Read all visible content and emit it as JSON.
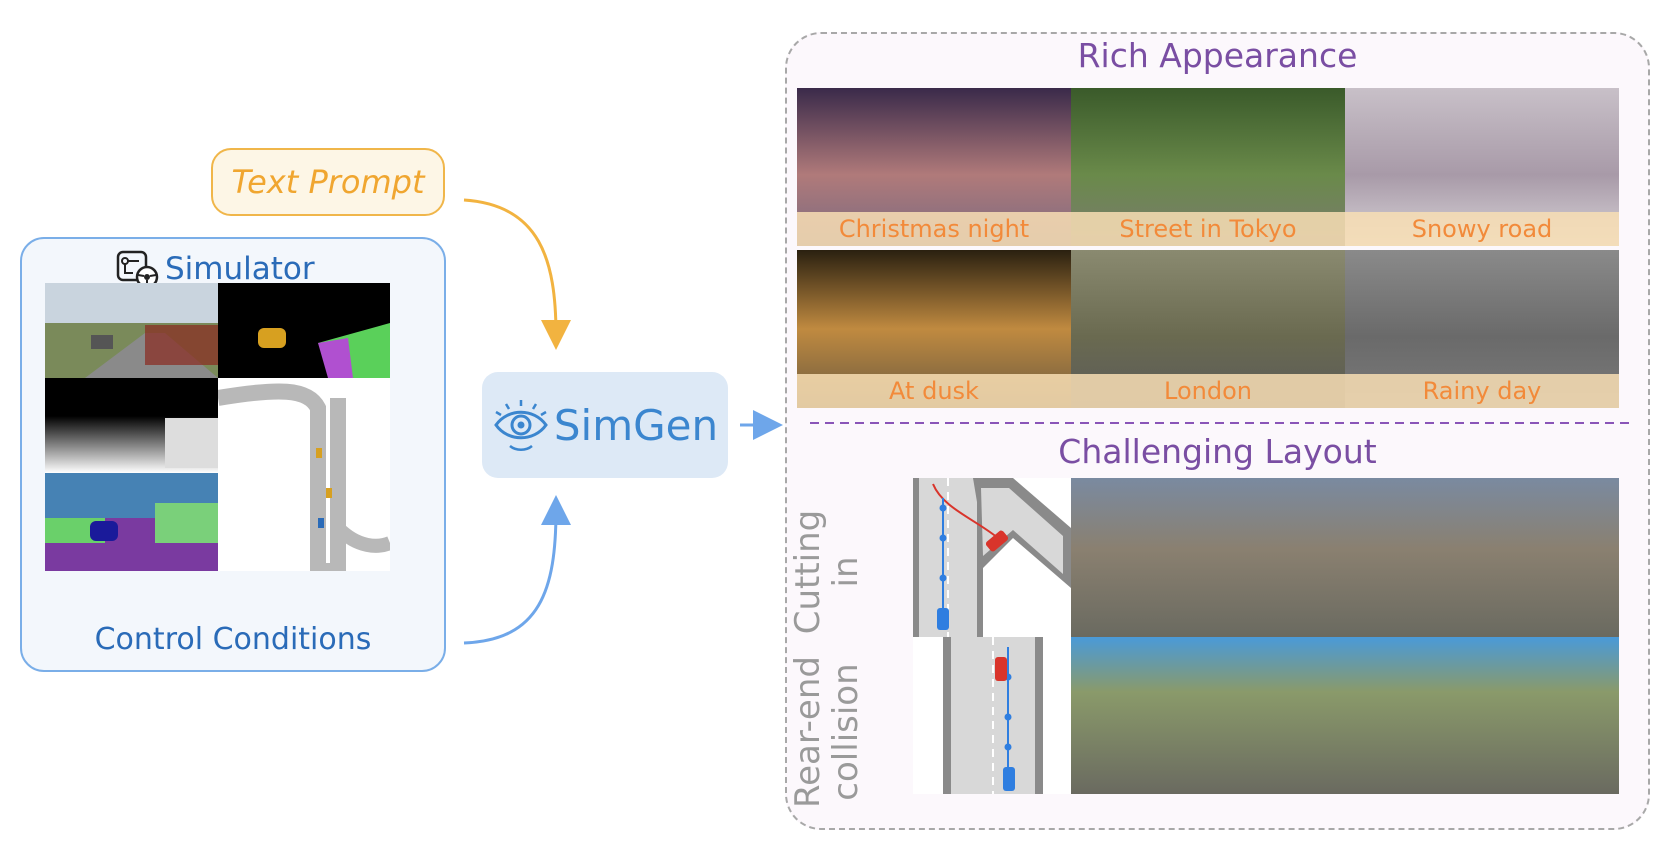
{
  "text_prompt": {
    "label": "Text Prompt"
  },
  "simulator": {
    "title": "Simulator",
    "icon": "simulator-steering-icon",
    "control_label": "Control Conditions"
  },
  "simgen": {
    "label": "SimGen",
    "icon": "eye-logo-icon"
  },
  "rich_appearance": {
    "title": "Rich Appearance",
    "items": [
      {
        "caption": "Christmas night"
      },
      {
        "caption": "Street in Tokyo"
      },
      {
        "caption": "Snowy road"
      },
      {
        "caption": "At dusk"
      },
      {
        "caption": "London"
      },
      {
        "caption": "Rainy day"
      }
    ]
  },
  "challenging_layout": {
    "title": "Challenging  Layout",
    "rows": [
      {
        "label_line1": "Cutting",
        "label_line2": "in"
      },
      {
        "label_line1": "Rear-end",
        "label_line2": "collision"
      }
    ]
  },
  "colors": {
    "accent_orange": "#f0a630",
    "accent_blue": "#2a6bb8",
    "accent_purple": "#7a4ea3",
    "arrow_blue": "#6ea6ea",
    "arrow_orange": "#f2b340"
  }
}
